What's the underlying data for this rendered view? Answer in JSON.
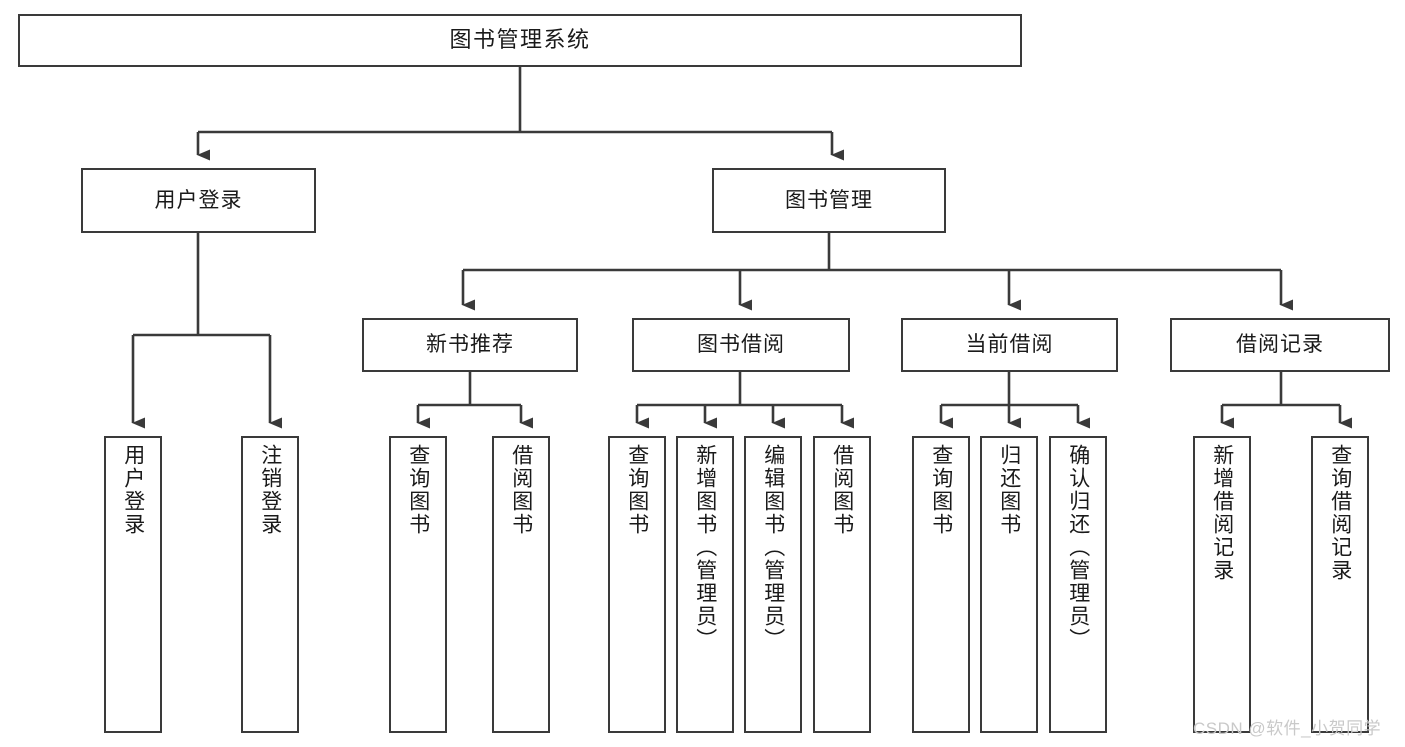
{
  "diagram": {
    "title": "图书管理系统",
    "type": "hierarchy-tree",
    "levels": 3,
    "colors": {
      "box_border": "#3a3a3a",
      "box_fill": "#ffffff",
      "connector": "#3a3a3a",
      "text": "#1a1a1a",
      "watermark": "#c9c9c9"
    },
    "root": {
      "label": "图书管理系统"
    },
    "level1": [
      {
        "label": "用户登录"
      },
      {
        "label": "图书管理"
      }
    ],
    "level2": [
      {
        "label": "新书推荐"
      },
      {
        "label": "图书借阅"
      },
      {
        "label": "当前借阅"
      },
      {
        "label": "借阅记录"
      }
    ],
    "leaves": [
      {
        "label": "用户登录",
        "parent": "用户登录"
      },
      {
        "label": "注销登录",
        "parent": "用户登录"
      },
      {
        "label": "查询图书",
        "parent": "新书推荐"
      },
      {
        "label": "借阅图书",
        "parent": "新书推荐"
      },
      {
        "label": "查询图书",
        "parent": "图书借阅"
      },
      {
        "label": "新增图书（管理员）",
        "parent": "图书借阅"
      },
      {
        "label": "编辑图书（管理员）",
        "parent": "图书借阅"
      },
      {
        "label": "借阅图书",
        "parent": "图书借阅"
      },
      {
        "label": "查询图书",
        "parent": "当前借阅"
      },
      {
        "label": "归还图书",
        "parent": "当前借阅"
      },
      {
        "label": "确认归还（管理员）",
        "parent": "当前借阅"
      },
      {
        "label": "新增借阅记录",
        "parent": "借阅记录"
      },
      {
        "label": "查询借阅记录",
        "parent": "借阅记录"
      }
    ]
  },
  "watermark": {
    "text": "CSDN @软件_小贺同学"
  }
}
